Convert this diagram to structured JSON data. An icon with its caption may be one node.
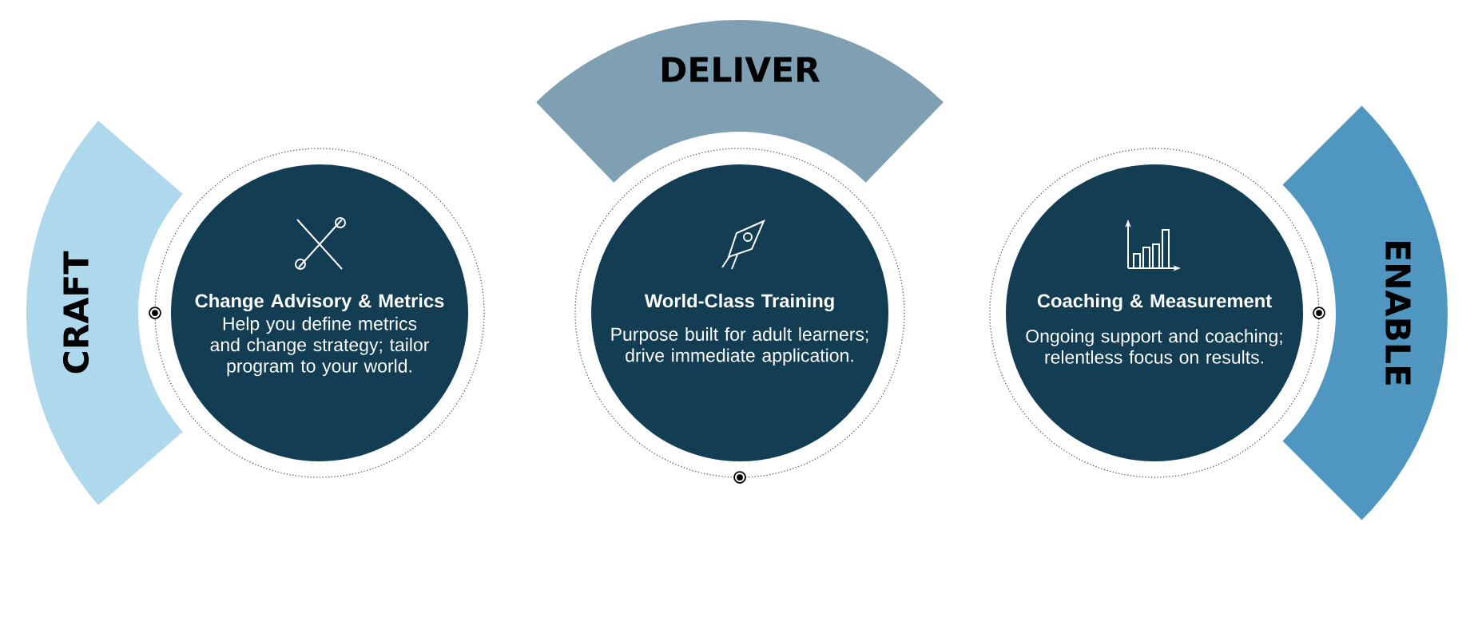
{
  "diagram": {
    "nodes": [
      {
        "text": [
          "CRAFT"
        ]
      },
      {
        "text": [
          "DELIVER"
        ]
      },
      {
        "text": [
          "ENABLE"
        ]
      },
      {
        "text": [
          "Change Advisory & Metrics",
          "Help you define metrics and change strategy; tailor program to your world."
        ]
      },
      {
        "text": [
          "World-Class Training",
          "Purpose built for adult learners; drive immediate application."
        ]
      },
      {
        "text": [
          "Coaching & Measurement",
          "Ongoing support and coaching; relentless focus on results."
        ]
      }
    ],
    "edges": []
  }
}
